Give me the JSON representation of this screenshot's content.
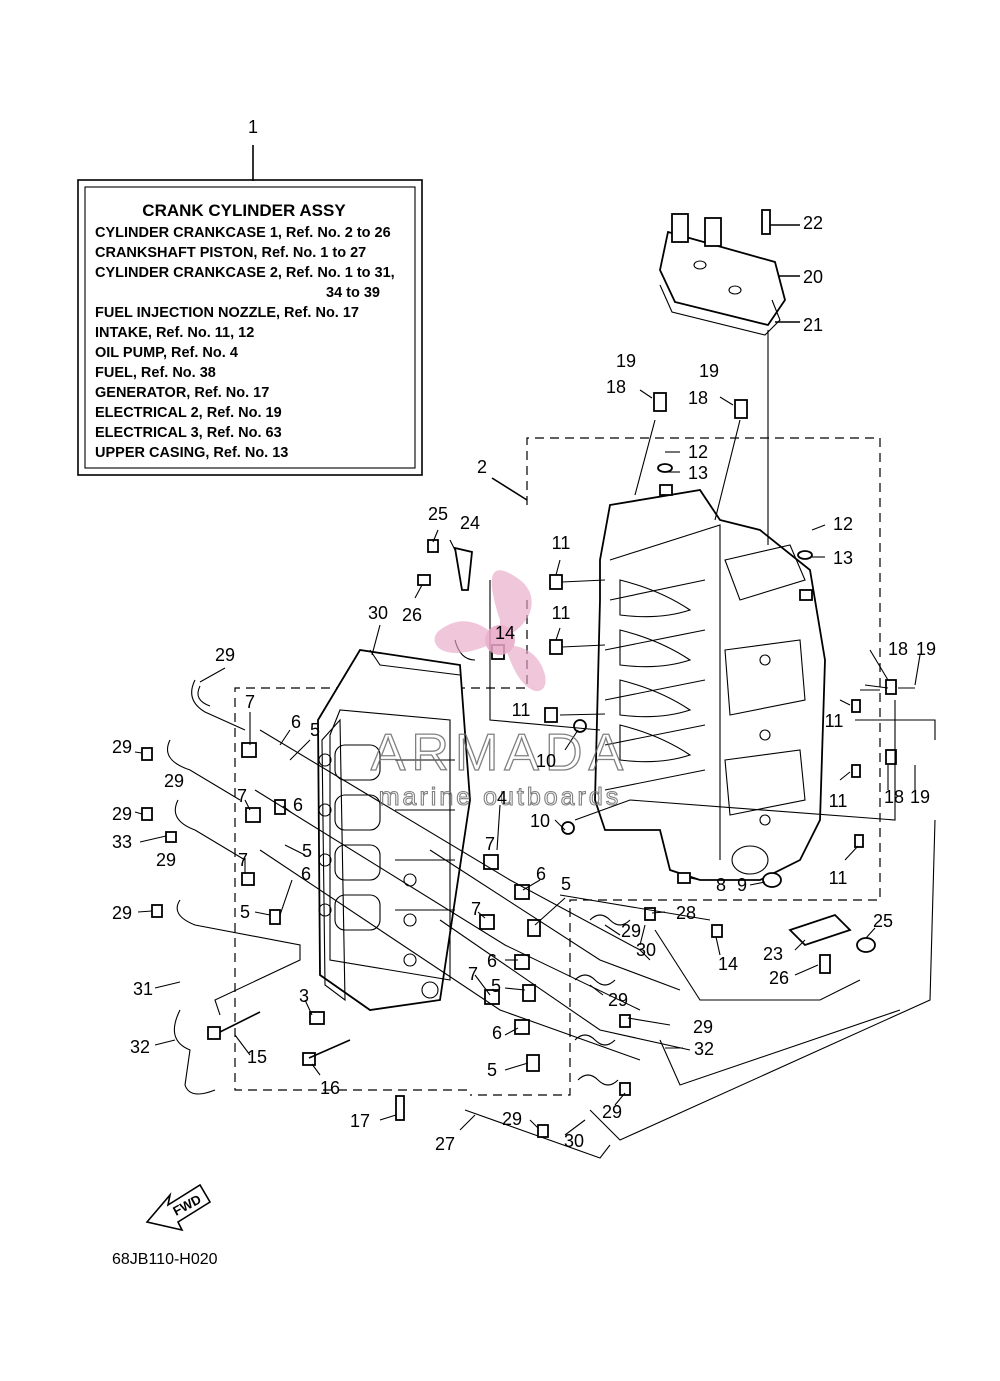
{
  "info_box": {
    "title": "CRANK CYLINDER ASSY",
    "lines": [
      "CYLINDER CRANKCASE 1,  Ref. No. 2 to 26",
      "CRANKSHAFT PISTON,  Ref. No. 1 to 27",
      "CYLINDER CRANKCASE 2,  Ref. No. 1 to 31,",
      "34 to 39",
      "FUEL INJECTION NOZZLE,  Ref. No. 17",
      "INTAKE,  Ref. No. 11, 12",
      "OIL PUMP,  Ref. No. 4",
      "FUEL,  Ref. No. 38",
      "GENERATOR,  Ref. No. 17",
      "ELECTRICAL 2,  Ref. No. 19",
      "ELECTRICAL 3,  Ref. No. 63",
      "UPPER CASING,  Ref. No. 13"
    ]
  },
  "callouts": [
    "1",
    "2",
    "3",
    "4",
    "5",
    "6",
    "7",
    "8",
    "9",
    "10",
    "11",
    "12",
    "13",
    "14",
    "15",
    "16",
    "17",
    "18",
    "19",
    "20",
    "21",
    "22",
    "23",
    "24",
    "25",
    "26",
    "27",
    "28",
    "29",
    "30",
    "31",
    "32",
    "33"
  ],
  "fwd_label": "FWD",
  "drawing_code": "68JB110-H020",
  "watermark": {
    "brand": "ARMADA",
    "tagline": "marine outboards",
    "logo_color": "#e8a6c6"
  }
}
